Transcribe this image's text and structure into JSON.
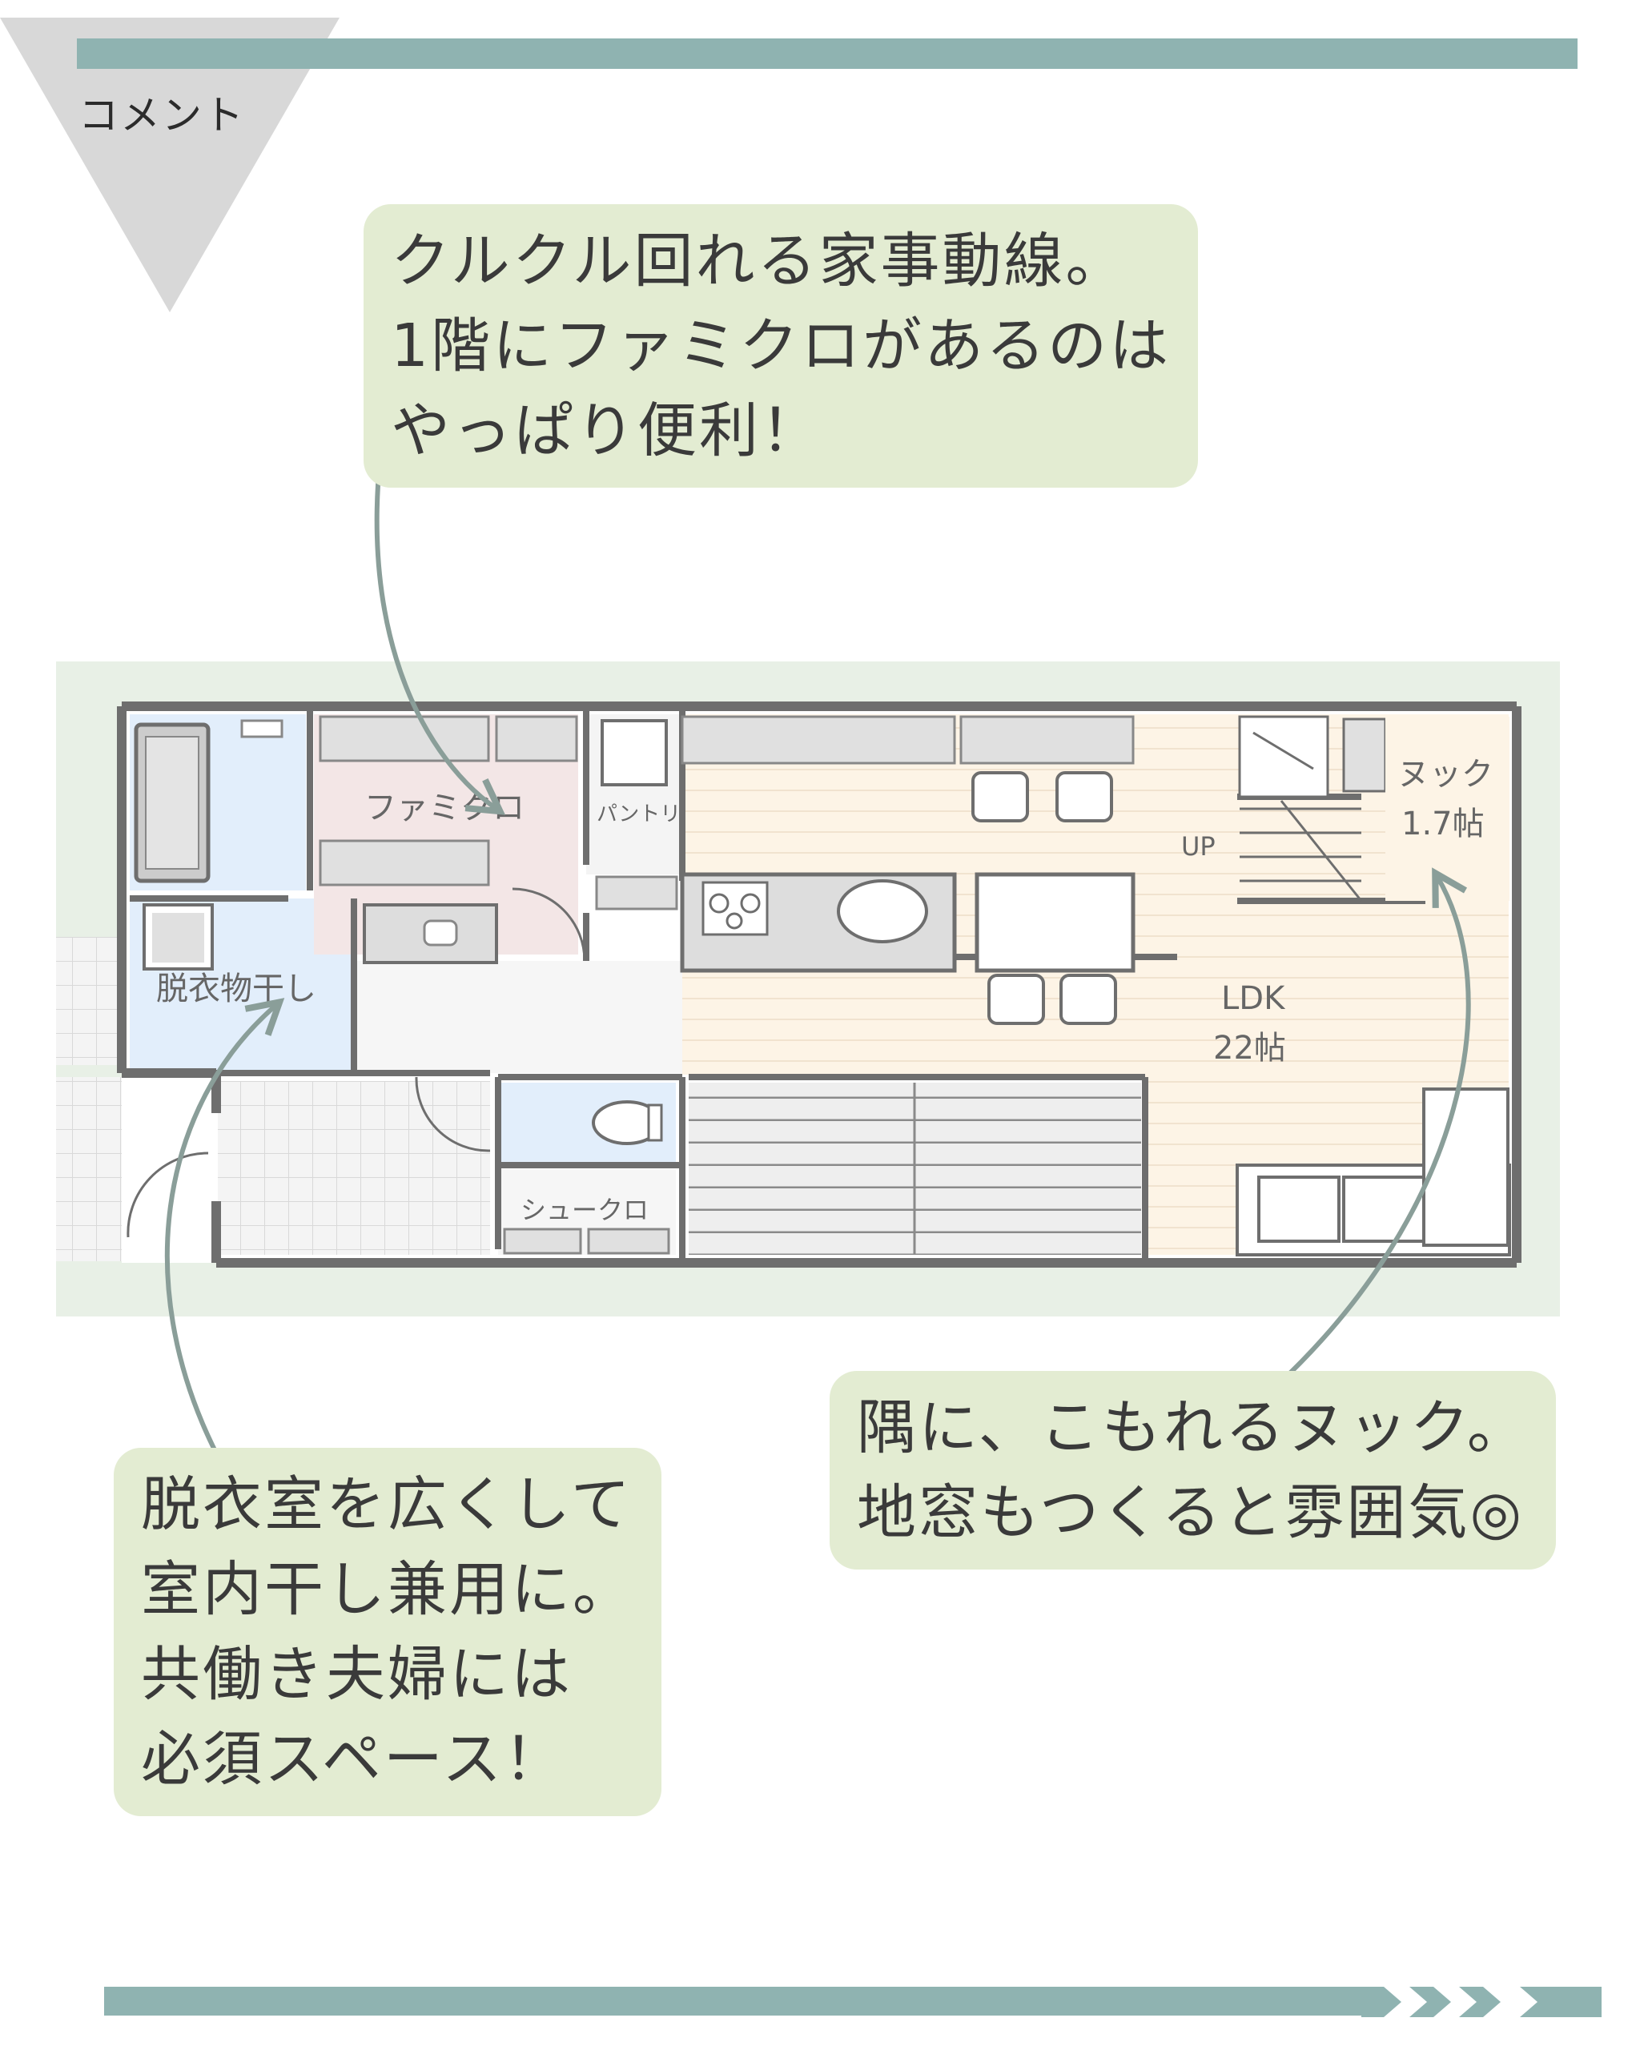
{
  "colors": {
    "accent": "#8fb3b1",
    "bubble": "#e3ecd2",
    "corner": "#d8d8d8",
    "arrow": "#8a9e99",
    "wall": "#6e6e6e",
    "yard": "#e8f0e6",
    "ldk_floor": "#fdf4e6",
    "famikuro_floor": "#f3e6e6",
    "water_floor": "#e2eefb",
    "hall_floor": "#f4f4f4"
  },
  "header": {
    "corner_label": "コメント"
  },
  "callouts": [
    {
      "id": "chores",
      "lines": [
        "クルクル回れる家事動線。",
        "1階にファミクロがあるのは",
        "やっぱり便利！"
      ]
    },
    {
      "id": "dressing",
      "lines": [
        "脱衣室を広くして",
        "室内干し兼用に。",
        "共働き夫婦には",
        "必須スペース！"
      ]
    },
    {
      "id": "nook",
      "lines": [
        "隅に、こもれるヌック。",
        "地窓もつくると雰囲気◎"
      ]
    }
  ],
  "floor_plan": {
    "rooms": {
      "famikuro": "ファミクロ",
      "pantry": "パントリ",
      "dressing": "脱衣物干し",
      "shoe": "シュークロ",
      "ldk": "LDK",
      "ldk_size": "22帖",
      "nook": "ヌック",
      "nook_size": "1.7帖",
      "stairs": "UP"
    }
  }
}
